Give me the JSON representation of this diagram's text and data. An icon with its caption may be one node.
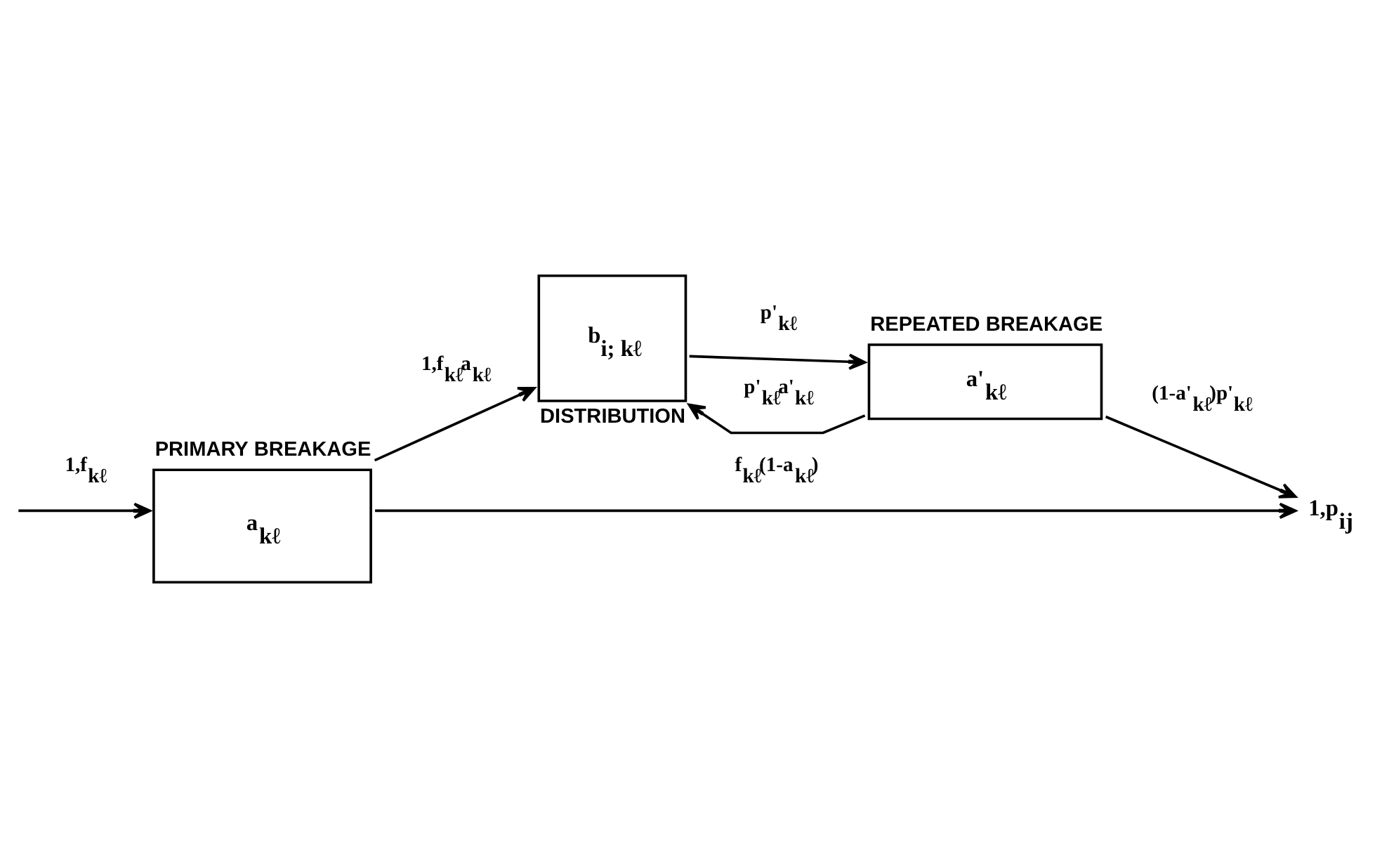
{
  "diagram": {
    "nodes": [
      {
        "text": [
          "PRIMARY BREAKAGE",
          "a$_{kℓ}$"
        ]
      },
      {
        "text": [
          "b$_{i; kℓ}$",
          "DISTRIBUTION"
        ]
      },
      {
        "text": [
          "REPEATED BREAKAGE",
          "a'$_{kℓ}$"
        ]
      },
      {
        "text": [
          "1,p$_{ij}$"
        ]
      }
    ],
    "edges": [
      {
        "from": null,
        "to": 0,
        "arrow": "to",
        "label": "1,f$_{kℓ}$"
      },
      {
        "from": 0,
        "to": 3,
        "arrow": "to",
        "label": "f$_{kℓ}$(1-a$_{kℓ}$)"
      },
      {
        "from": 0,
        "to": 1,
        "arrow": "to",
        "label": "1,f$_{kℓ}$a$_{kℓ}$"
      },
      {
        "from": 1,
        "to": 2,
        "arrow": "to",
        "label": "p'$_{kℓ}$"
      },
      {
        "from": 2,
        "to": 3,
        "arrow": "to",
        "label": "(1-a'$_{kℓ}$)p'$_{kℓ}$"
      },
      {
        "from": 2,
        "to": 1,
        "arrow": "to",
        "label": "p'$_{kℓ}$a'$_{kℓ}$"
      }
    ]
  }
}
